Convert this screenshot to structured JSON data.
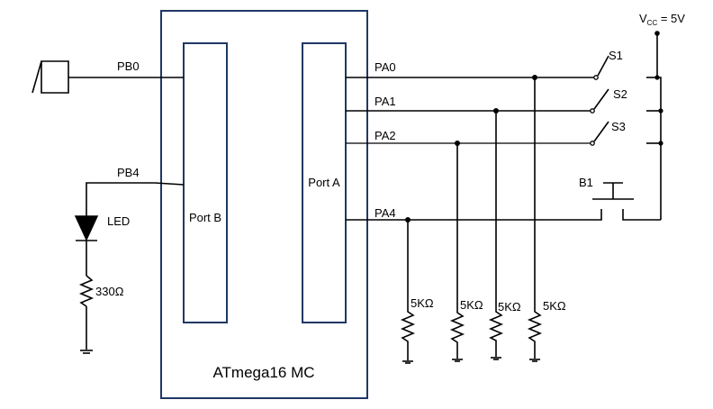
{
  "mcu": {
    "label": "ATmega16 MC",
    "port_b_label": "Port B",
    "port_a_label": "Port A"
  },
  "pins": {
    "pb0": "PB0",
    "pb4": "PB4",
    "pa0": "PA0",
    "pa1": "PA1",
    "pa2": "PA2",
    "pa4": "PA4"
  },
  "components": {
    "led": "LED",
    "led_resistor": "330Ω",
    "pulldown": [
      "5KΩ",
      "5KΩ",
      "5KΩ",
      "5KΩ"
    ],
    "switches": [
      "S1",
      "S2",
      "S3"
    ],
    "button": "B1"
  },
  "supply": {
    "v": "V",
    "sub": "CC",
    "rest": " = 5V"
  },
  "colors": {
    "block_outline": "#1f3864",
    "wire": "#000000"
  }
}
